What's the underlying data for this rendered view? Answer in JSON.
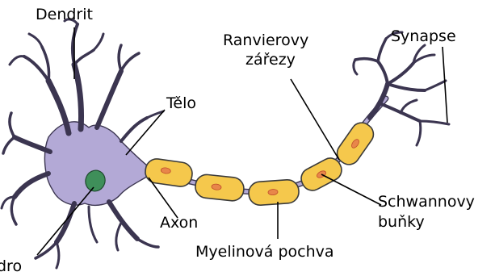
{
  "labels": {
    "dendrit": "Dendrit",
    "ranvier_line1": "Ranvierovy",
    "ranvier_line2": "zářezy",
    "synapse": "Synapse",
    "telo": "Tělo",
    "schwann_line1": "Schwannovy",
    "schwann_line2": "buňky",
    "axon": "Axon",
    "myelin": "Myelinová pochva",
    "jadro": "dro"
  },
  "colors": {
    "cell_body": "#b3a9d6",
    "outline": "#3b3550",
    "schwann": "#f5c84c",
    "schwann_nucleus": "#e8864a",
    "nucleus": "#3f8f5a"
  }
}
